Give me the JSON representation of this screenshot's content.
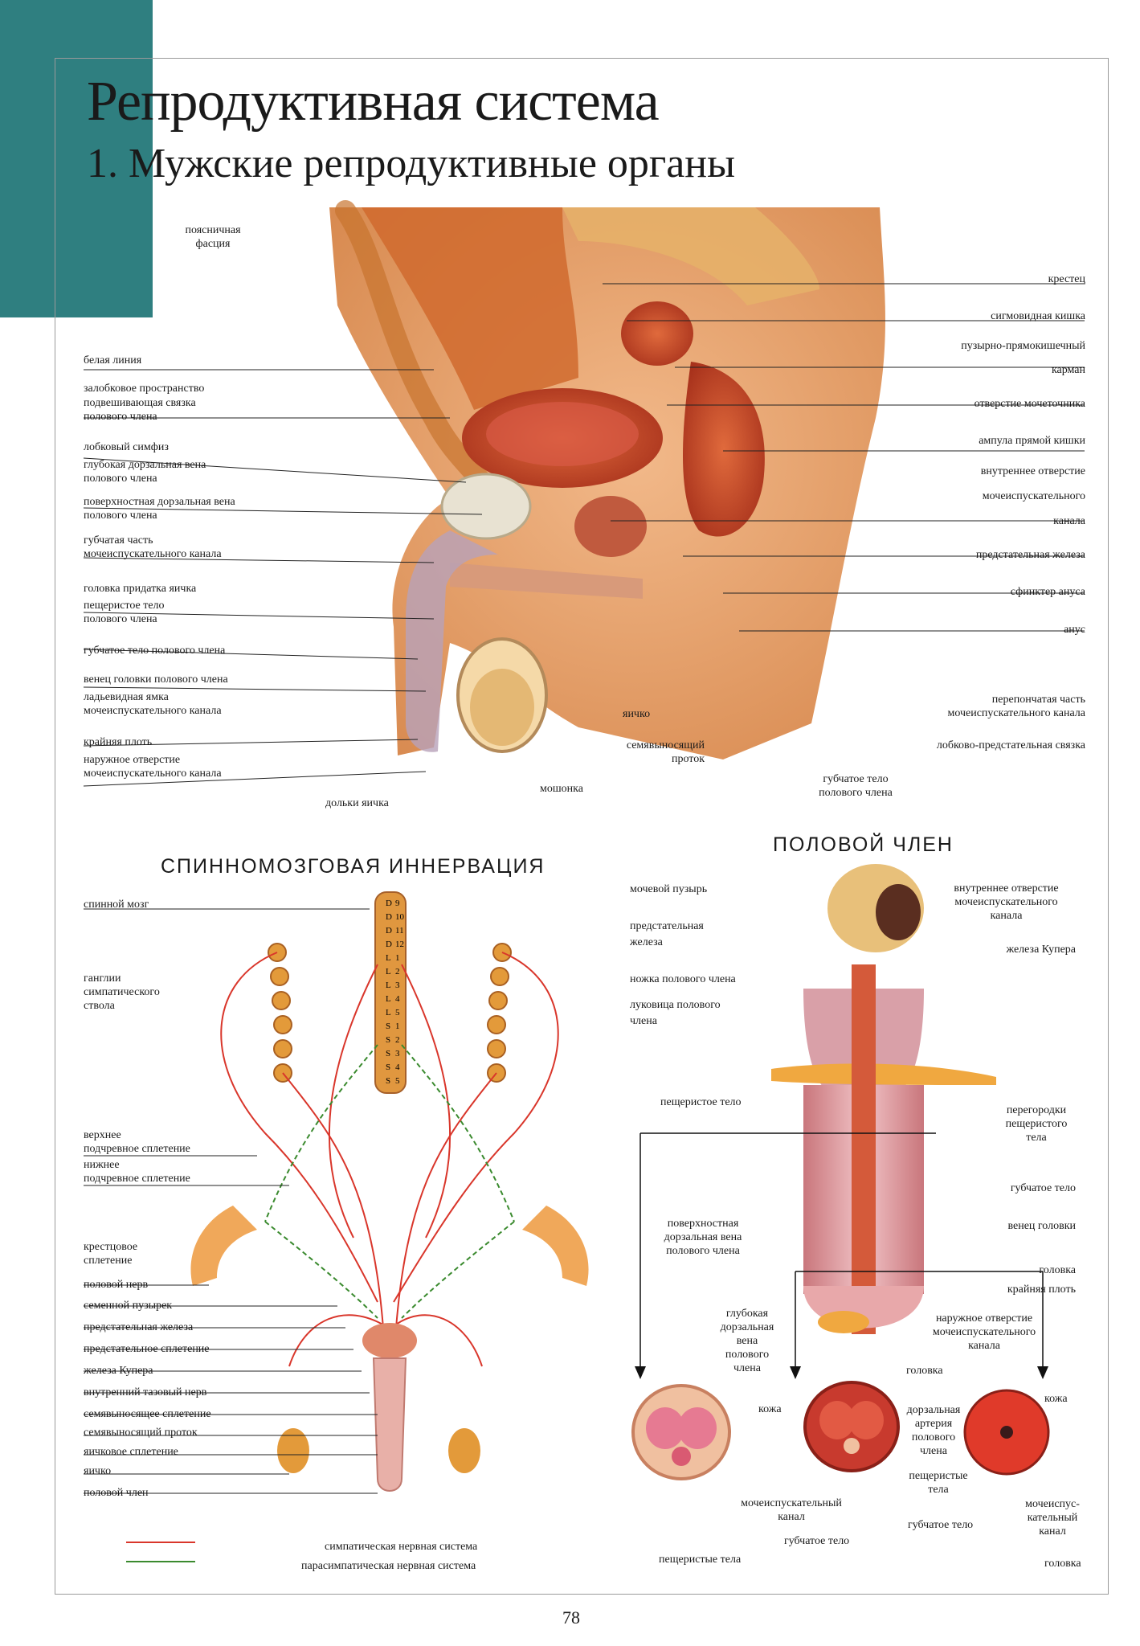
{
  "title": "Репродуктивная система",
  "subtitle": "1. Мужские репродуктивные органы",
  "page_number": "78",
  "colors": {
    "teal": "#2f7f80",
    "sympathetic": "#d9362b",
    "parasympathetic": "#3a8a2e"
  },
  "top_figure": {
    "left_labels": [
      "поясничная\nфасция",
      "белая линия",
      "залобковое пространство",
      "подвешивающая связка\nполового члена",
      "лобковый симфиз",
      "глубокая дорзальная вена\nполового члена",
      "поверхностная дорзальная вена\nполового члена",
      "губчатая часть\nмочеиспускательного канала",
      "головка придатка яичка",
      "пещеристое тело\nполового члена",
      "губчатое тело полового члена",
      "венец головки полового члена",
      "ладьевидная ямка\nмочеиспускательного канала",
      "крайняя плоть",
      "наружное отверстие\nмочеиспускательного канала",
      "дольки яичка"
    ],
    "right_labels": [
      "крестец",
      "сигмовидная кишка",
      "пузырно-прямокишечный\nкарман",
      "отверстие мочеточника",
      "ампула прямой кишки",
      "внутреннее отверстие\nмочеиспускательного\nканала",
      "предстательная железа",
      "сфинктер ануса",
      "анус",
      "перепончатая часть\nмочеиспускательного канала",
      "лобково-предстательная связка",
      "губчатое тело\nполового члена",
      "мошонка",
      "семявыносящий\nпроток",
      "яичко"
    ]
  },
  "innervation": {
    "heading": "СПИННОМОЗГОВАЯ ИННЕРВАЦИЯ",
    "labels": [
      "спинной мозг",
      "ганглии\nсимпатического\nствола",
      "верхнее\nподчревное сплетение",
      "нижнее\nподчревное сплетение",
      "крестцовое\nсплетение",
      "половой нерв",
      "семенной пузырек",
      "предстательная железа",
      "предстательное сплетение",
      "железа Купера",
      "внутренний тазовый нерв",
      "семявыносящее сплетение",
      "семявыносящий проток",
      "яичковое сплетение",
      "яичко",
      "половой член"
    ],
    "spine_marks": [
      [
        "D",
        "9"
      ],
      [
        "D",
        "10"
      ],
      [
        "D",
        "11"
      ],
      [
        "D",
        "12"
      ],
      [
        "L",
        "1"
      ],
      [
        "L",
        "2"
      ],
      [
        "L",
        "3"
      ],
      [
        "L",
        "4"
      ],
      [
        "L",
        "5"
      ],
      [
        "S",
        "1"
      ],
      [
        "S",
        "2"
      ],
      [
        "S",
        "3"
      ],
      [
        "S",
        "4"
      ],
      [
        "S",
        "5"
      ]
    ],
    "legend": [
      "симпатическая нервная система",
      "парасимпатическая нервная система"
    ]
  },
  "penis": {
    "heading": "ПОЛОВОЙ ЧЛЕН",
    "left_labels": [
      "мочевой пузырь",
      "предстательная\nжелеза",
      "ножка полового члена",
      "луковица полового\nчлена",
      "пещеристое тело",
      "поверхностная\nдорзальная вена\nполового члена",
      "глубокая\nдорзальная\nвена\nполового\nчлена"
    ],
    "right_labels": [
      "внутреннее отверстие\nмочеиспускательного\nканала",
      "железа Купера",
      "перегородки\nпещеристого\nтела",
      "губчатое тело",
      "венец головки",
      "головка",
      "крайняя плоть",
      "наружное отверстие\nмочеиспускательного\nканала"
    ],
    "cross_labels": [
      "головка",
      "кожа",
      "кожа",
      "дорзальная\nартерия\nполового\nчлена",
      "пещеристые\nтела",
      "мочеиспускательный\nканал",
      "губчатое тело",
      "губчатое тело",
      "пещеристые тела",
      "мочеиспус-\nкательный\nканал",
      "головка"
    ]
  }
}
